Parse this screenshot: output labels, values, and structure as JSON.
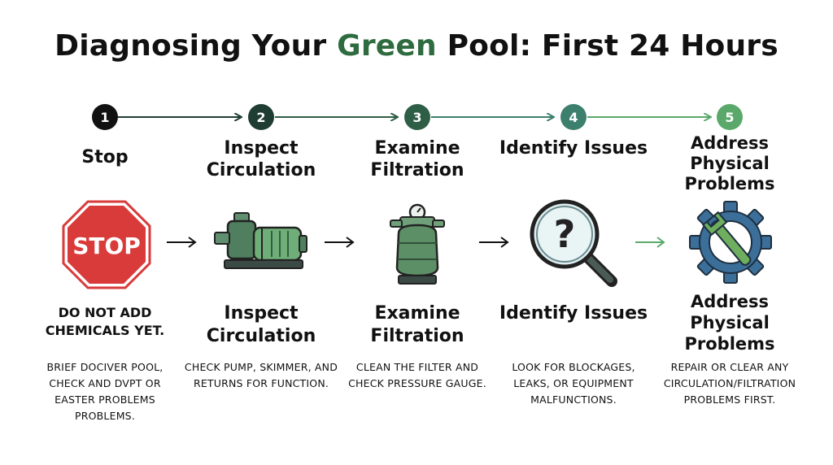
{
  "title": {
    "before": "Diagnosing Your ",
    "highlight": "Green",
    "after": " Pool: First 24 Hours"
  },
  "colors": {
    "step1": "#111111",
    "step2": "#1f3d33",
    "step3": "#2e5e46",
    "step4": "#3d7f6d",
    "step5": "#5aa96a",
    "highlight": "#2e6b3e"
  },
  "steps": [
    {
      "number": "1",
      "title": "Stop",
      "icon": "stop-sign-icon",
      "icon_text": "STOP",
      "subtitle": "DO NOT ADD CHEMICALS YET.",
      "body": "BRIEF DOCIVER POOL, CHECK AND DVPT OR EASTER PROBLEMS PROBLEMS."
    },
    {
      "number": "2",
      "title": "Inspect Circulation",
      "icon": "pool-pump-icon",
      "subtitle": "Inspect Circulation",
      "body": "CHECK PUMP, SKIMMER, AND RETURNS FOR FUNCTION."
    },
    {
      "number": "3",
      "title": "Examine Filtration",
      "icon": "sand-filter-icon",
      "subtitle": "Examine Filtration",
      "body": "CLEAN THE FILTER AND CHECK PRESSURE GAUGE."
    },
    {
      "number": "4",
      "title": "Identify Issues",
      "icon": "magnifier-question-icon",
      "subtitle": "Identify Issues",
      "body": "LOOK FOR BLOCKAGES, LEAKS, OR EQUIPMENT MALFUNCTIONS."
    },
    {
      "number": "5",
      "title": "Address Physical Problems",
      "icon": "gear-wrench-icon",
      "subtitle": "Address Physical Problems",
      "body": "REPAIR OR CLEAR ANY CIRCULATION/FILTRATION PROBLEMS FIRST."
    }
  ]
}
